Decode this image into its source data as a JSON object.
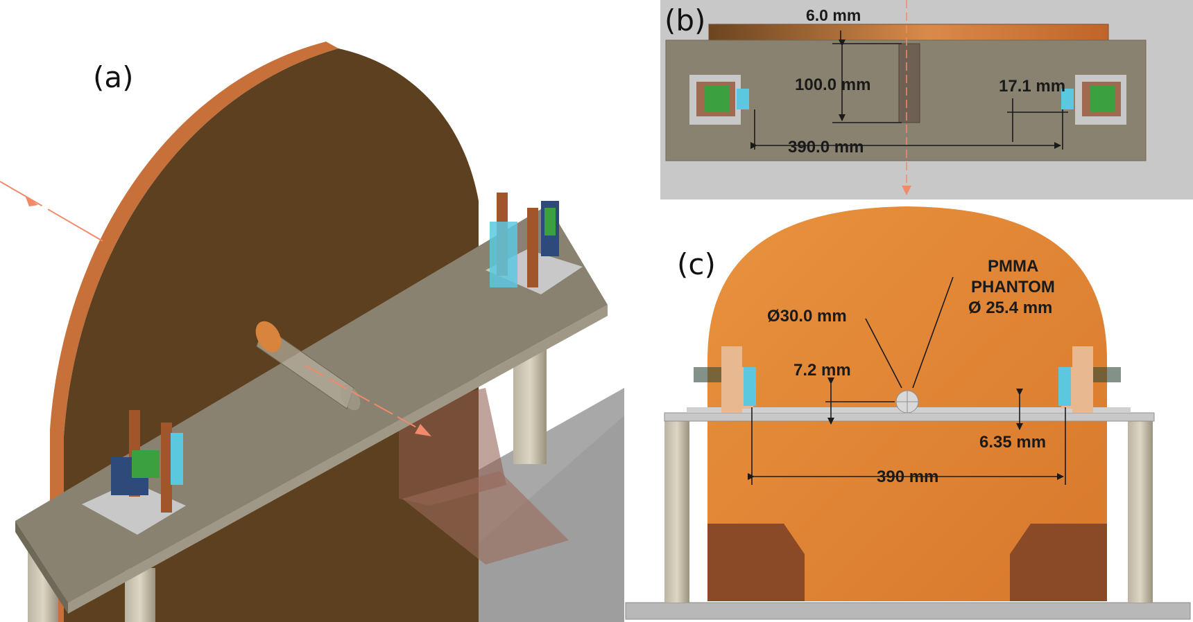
{
  "panels": {
    "a": {
      "label": "(a)"
    },
    "b": {
      "label": "(b)",
      "dims": {
        "plate_thickness": "6.0 mm",
        "phantom_length": "100.0 mm",
        "offset": "17.1 mm",
        "detector_spacing": "390.0 mm"
      }
    },
    "c": {
      "label": "(c)",
      "dims": {
        "phantom_title_1": "PMMA",
        "phantom_title_2": "PHANTOM",
        "phantom_diameter": "Ø 25.4 mm",
        "bore_diameter": "Ø30.0 mm",
        "height": "7.2 mm",
        "table_thickness": "6.35 mm",
        "detector_spacing": "390 mm"
      }
    }
  },
  "colors": {
    "copper": "#c8783a",
    "copper_dark": "#5e4320",
    "table": "#8a8270",
    "floor": "#a9a9a9",
    "beam": "#f08a6a",
    "scintillator": "#5cc8e0"
  }
}
